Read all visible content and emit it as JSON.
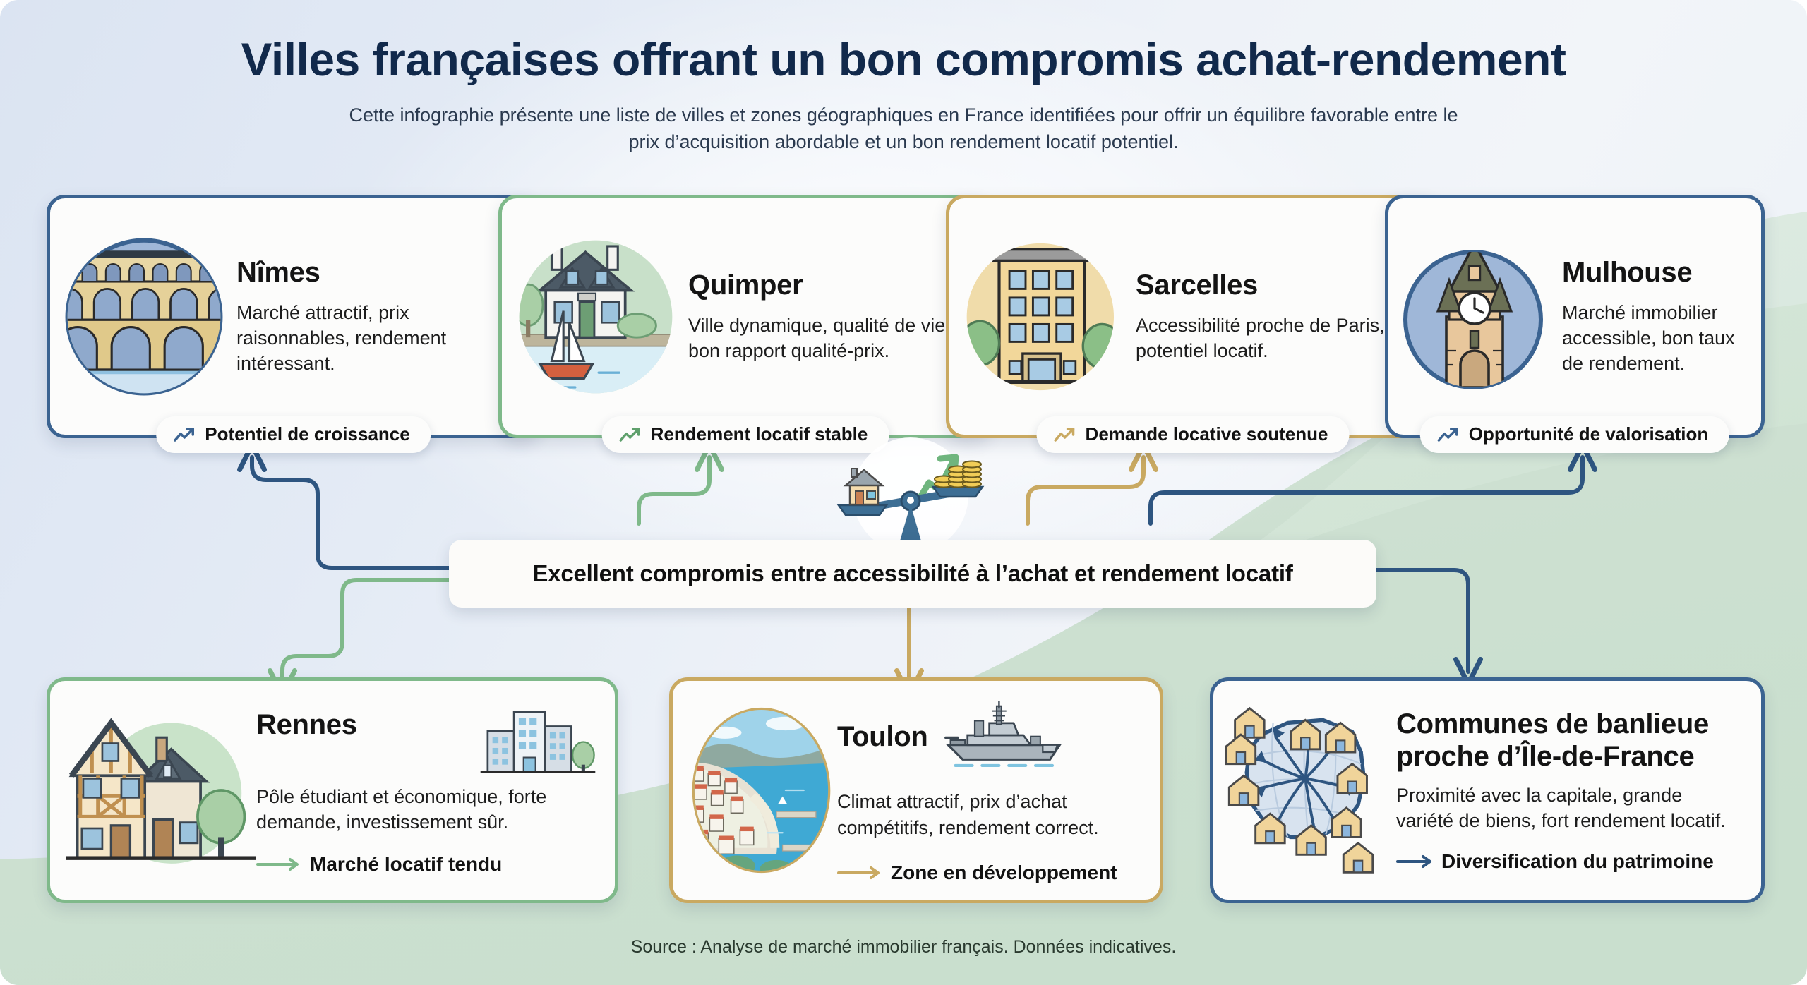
{
  "header": {
    "title": "Villes françaises offrant un bon compromis achat-rendement",
    "subtitle_line1": "Cette infographie présente une liste de villes et zones géographiques en France identifiées pour offrir un équilibre favorable entre le",
    "subtitle_line2": "prix d’acquisition abordable et un bon rendement locatif potentiel."
  },
  "center": {
    "statement": "Excellent compromis entre accessibilité à l’achat et rendement locatif",
    "icon": "balance-scale-house-coins-icon"
  },
  "top_cards": [
    {
      "id": "nimes",
      "name": "Nîmes",
      "description": "Marché attractif, prix raisonnables, rendement intéressant.",
      "badge": "Potentiel de croissance",
      "badge_icon": "trending-up-icon",
      "art_icon": "roman-aqueduct-icon",
      "accent": "#3B6391",
      "accent_name": "blue"
    },
    {
      "id": "quimper",
      "name": "Quimper",
      "description": "Ville dynamique, qualité de vie, bon rapport qualité-prix.",
      "badge": "Rendement locatif stable",
      "badge_icon": "trending-up-icon",
      "art_icon": "breton-house-sailboat-icon",
      "accent": "#7FB98A",
      "accent_name": "green"
    },
    {
      "id": "sarcelles",
      "name": "Sarcelles",
      "description": "Accessibilité proche de Paris, fort potentiel locatif.",
      "badge": "Demande locative soutenue",
      "badge_icon": "trending-up-icon",
      "art_icon": "apartment-building-icon",
      "accent": "#C9A961",
      "accent_name": "gold"
    },
    {
      "id": "mulhouse",
      "name": "Mulhouse",
      "description": "Marché immobilier accessible, bon taux de rendement.",
      "badge": "Opportunité de valorisation",
      "badge_icon": "trending-up-icon",
      "art_icon": "clock-tower-icon",
      "accent": "#3B6391",
      "accent_name": "blue"
    }
  ],
  "bottom_cards": [
    {
      "id": "rennes",
      "name": "Rennes",
      "description": "Pôle étudiant et économique, forte demande, investissement sûr.",
      "tag": "Marché locatif tendu",
      "art_icon": "half-timbered-house-icon",
      "secondary_icon": "office-building-icon",
      "accent": "#7FB98A",
      "accent_name": "green"
    },
    {
      "id": "toulon",
      "name": "Toulon",
      "description": "Climat attractif, prix d’achat compétitifs, rendement correct.",
      "tag": "Zone en développement",
      "art_icon": "coastal-bay-icon",
      "secondary_icon": "naval-warship-icon",
      "accent": "#C9A961",
      "accent_name": "gold"
    },
    {
      "id": "banlieue-idf",
      "name_line1": "Communes de banlieue",
      "name_line2": "proche d’Île-de-France",
      "description": "Proximité avec la capitale, grande variété de biens, fort rendement locatif.",
      "tag": "Diversification du patrimoine",
      "art_icon": "paris-map-radiating-houses-icon",
      "accent": "#3B6391",
      "accent_name": "blue"
    }
  ],
  "footer": {
    "source": "Source : Analyse de marché immobilier français. Données indicatives."
  },
  "colors": {
    "blue": "#3B6391",
    "green": "#7FB98A",
    "gold": "#C9A961",
    "title": "#11294b",
    "bg_blue": "#e4ebf5",
    "bg_green": "#cfe2d2"
  }
}
